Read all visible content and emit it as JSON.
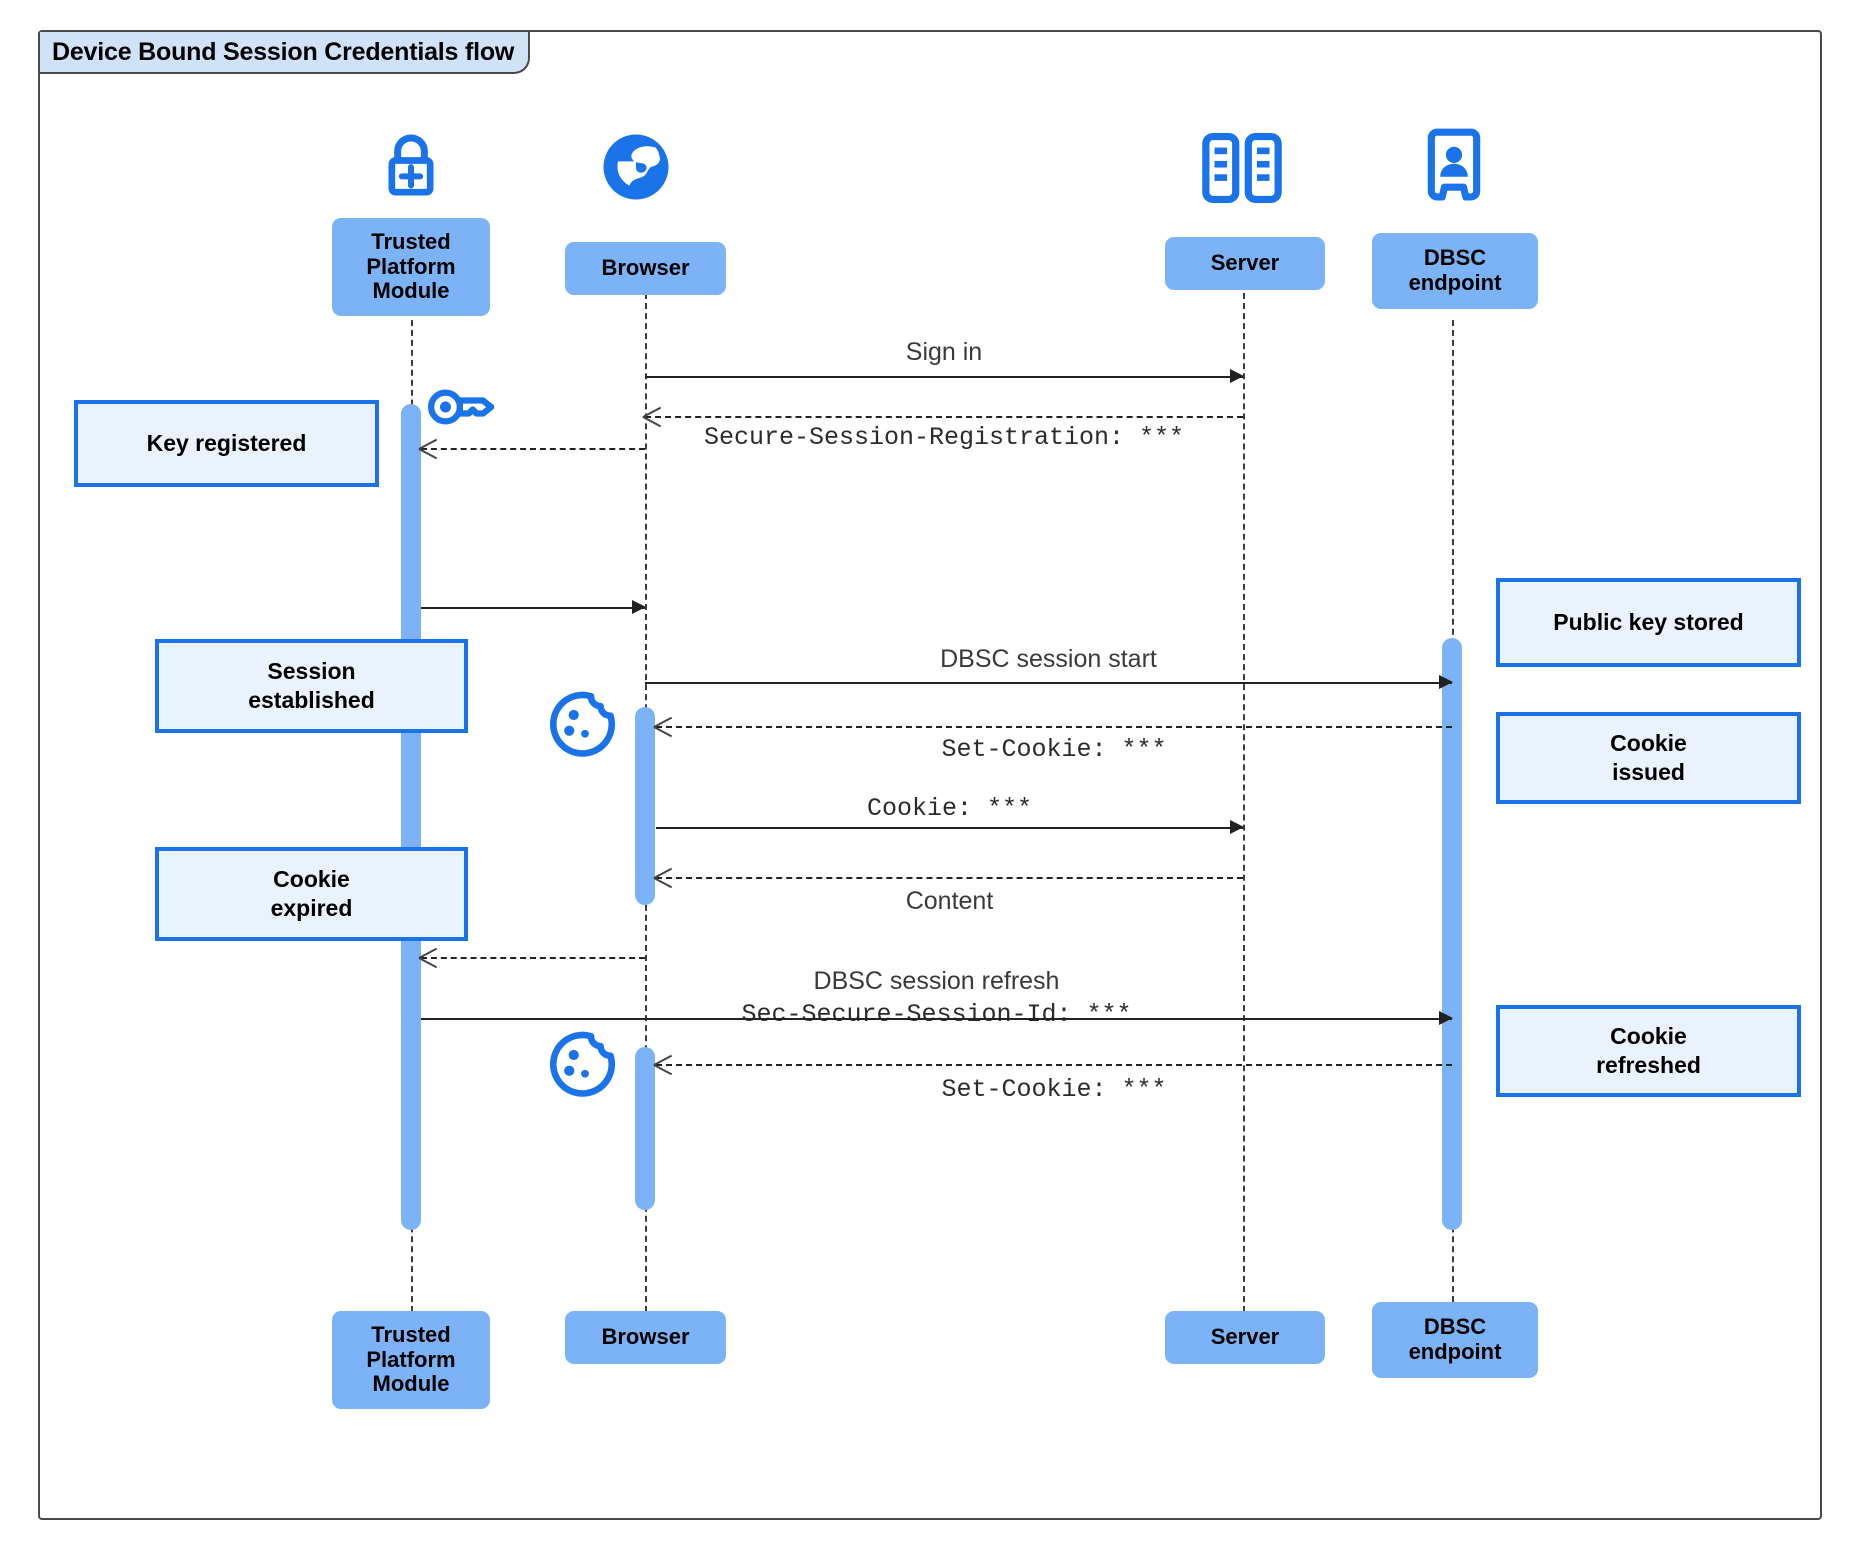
{
  "diagram": {
    "title": "Device Bound Session Credentials flow",
    "type": "uml-sequence-diagram"
  },
  "colors": {
    "participant_fill": "#7cb3f7",
    "note_fill": "#eaf2fd",
    "note_border": "#1a73e8",
    "icon_blue": "#1a73e8",
    "title_fill": "#cfe2f7",
    "frame_border": "#4a4a4a",
    "line": "#222222"
  },
  "participants": [
    {
      "id": "tpm",
      "label": "Trusted\nPlatform\nModule",
      "label_line1": "Trusted",
      "label_line2": "Platform",
      "label_line3": "Module",
      "icon": "padlock-plus-icon"
    },
    {
      "id": "browser",
      "label": "Browser",
      "icon": "globe-icon"
    },
    {
      "id": "server",
      "label": "Server",
      "icon": "server-racks-icon"
    },
    {
      "id": "dbsc",
      "label": "DBSC\nendpoint",
      "label_line1": "DBSC",
      "label_line2": "endpoint",
      "icon": "id-badge-person-icon"
    }
  ],
  "messages": [
    {
      "id": "m1",
      "from": "browser",
      "to": "server",
      "label": "Sign in",
      "style": "solid",
      "font": "sans"
    },
    {
      "id": "m2",
      "from": "server",
      "to": "browser",
      "label": "Secure-Session-Registration: ***",
      "style": "dashed",
      "font": "mono"
    },
    {
      "id": "m3",
      "from": "browser",
      "to": "tpm",
      "label": "",
      "style": "dashed",
      "font": "mono"
    },
    {
      "id": "m4",
      "from": "tpm",
      "to": "browser",
      "label": "",
      "style": "solid",
      "font": "sans"
    },
    {
      "id": "m5",
      "from": "browser",
      "to": "dbsc",
      "label": "DBSC session start",
      "style": "solid",
      "font": "sans"
    },
    {
      "id": "m6",
      "from": "dbsc",
      "to": "browser",
      "label": "Set-Cookie: ***",
      "style": "dashed",
      "font": "mono"
    },
    {
      "id": "m7",
      "from": "browser",
      "to": "server",
      "label": "Cookie: ***",
      "style": "solid",
      "font": "mono"
    },
    {
      "id": "m8",
      "from": "server",
      "to": "browser",
      "label": "Content",
      "style": "dashed",
      "font": "sans"
    },
    {
      "id": "m9",
      "from": "browser",
      "to": "tpm",
      "label": "",
      "style": "dashed",
      "font": "mono"
    },
    {
      "id": "m10",
      "from": "tpm",
      "to": "dbsc",
      "label_line1": "DBSC session refresh",
      "label_line2": "Sec-Secure-Session-Id: ***",
      "style": "solid",
      "font": "mixed"
    },
    {
      "id": "m11",
      "from": "dbsc",
      "to": "browser",
      "label": "Set-Cookie: ***",
      "style": "dashed",
      "font": "mono"
    }
  ],
  "notes": [
    {
      "id": "n1",
      "text": "Key registered",
      "side": "left",
      "attached_to": "tpm"
    },
    {
      "id": "n2",
      "text": "Session established",
      "line1": "Session",
      "line2": "established",
      "side": "left",
      "attached_to": "tpm"
    },
    {
      "id": "n3",
      "text": "Cookie expired",
      "line1": "Cookie",
      "line2": "expired",
      "side": "left",
      "attached_to": "tpm"
    },
    {
      "id": "n4",
      "text": "Public key stored",
      "side": "right",
      "attached_to": "dbsc"
    },
    {
      "id": "n5",
      "text": "Cookie issued",
      "line1": "Cookie",
      "line2": "issued",
      "side": "right",
      "attached_to": "dbsc"
    },
    {
      "id": "n6",
      "text": "Cookie refreshed",
      "line1": "Cookie",
      "line2": "refreshed",
      "side": "right",
      "attached_to": "dbsc"
    }
  ],
  "inline_icons": [
    {
      "id": "i1",
      "name": "key-icon",
      "near": "tpm-lifeline"
    },
    {
      "id": "i2",
      "name": "cookie-icon",
      "near": "browser-lifeline"
    },
    {
      "id": "i3",
      "name": "cookie-icon",
      "near": "browser-lifeline"
    }
  ]
}
